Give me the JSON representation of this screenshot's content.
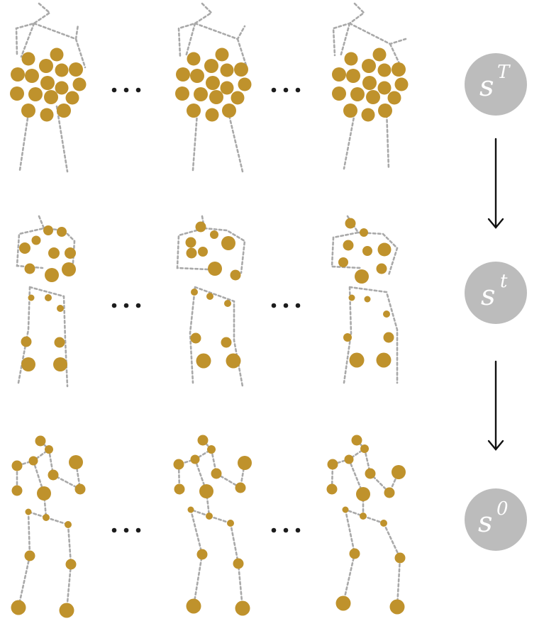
{
  "states": [
    {
      "base": "s",
      "sup": "T"
    },
    {
      "base": "s",
      "sup": "t"
    },
    {
      "base": "s",
      "sup": "0"
    }
  ],
  "colors": {
    "joint": "#bf922c",
    "bone": "#a9a9a9",
    "state": "#bcbcbc",
    "arrow": "#111111"
  },
  "ellipsis_icon": "three-dot-ellipsis"
}
